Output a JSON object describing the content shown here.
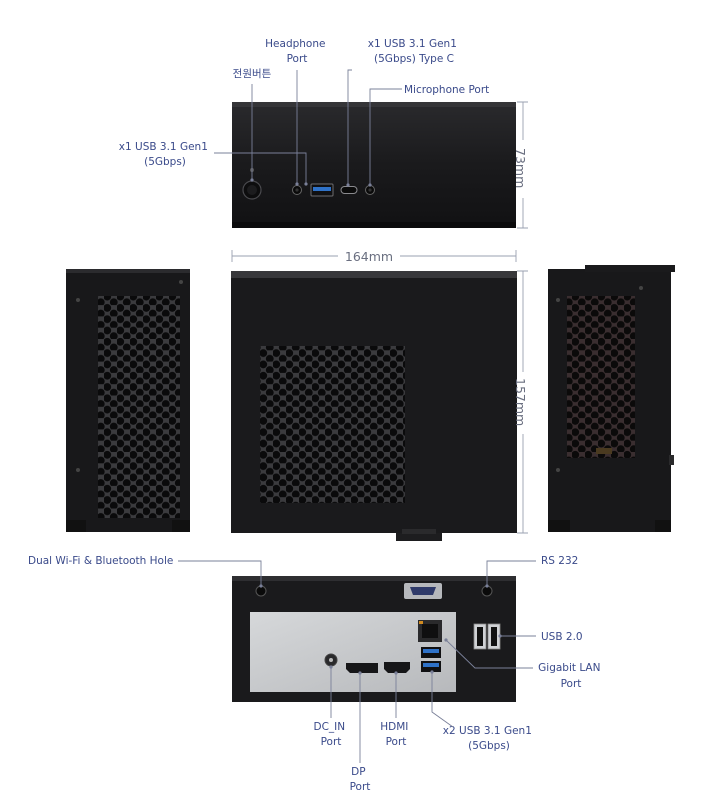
{
  "top_view": {
    "labels": {
      "headphone": "Headphone\nPort",
      "usb_typec": "x1 USB 3.1 Gen1\n(5Gbps) Type C",
      "power_button": "전원버튼",
      "microphone": "Microphone Port",
      "usb_a": "x1 USB 3.1 Gen1\n(5Gbps)"
    },
    "height_dimension": "73mm"
  },
  "front_view": {
    "width_dimension": "164mm",
    "height_dimension": "157mm"
  },
  "rear_view": {
    "labels": {
      "wifi_bt": "Dual Wi-Fi & Bluetooth Hole",
      "rs232": "RS 232",
      "usb2": "USB 2.0",
      "lan": "Gigabit LAN\nPort",
      "usb31": "x2 USB 3.1 Gen1\n(5Gbps)",
      "dc_in": "DC_IN\nPort",
      "hdmi": "HDMI\nPort",
      "dp": "DP\nPort"
    }
  },
  "colors": {
    "chassis": "#1b1b1d",
    "chassis_edge": "#0c0c0d",
    "label_text": "#3a4a8a",
    "usb3_blue": "#2f72c8",
    "io_shield": "#c9cbce"
  },
  "icons": [
    "power-button-icon",
    "usb-a-port-icon",
    "usb-c-port-icon",
    "audio-jack-icon",
    "rj45-port-icon",
    "hdmi-port-icon",
    "displayport-icon",
    "dc-jack-icon",
    "serial-port-icon",
    "antenna-hole-icon"
  ]
}
